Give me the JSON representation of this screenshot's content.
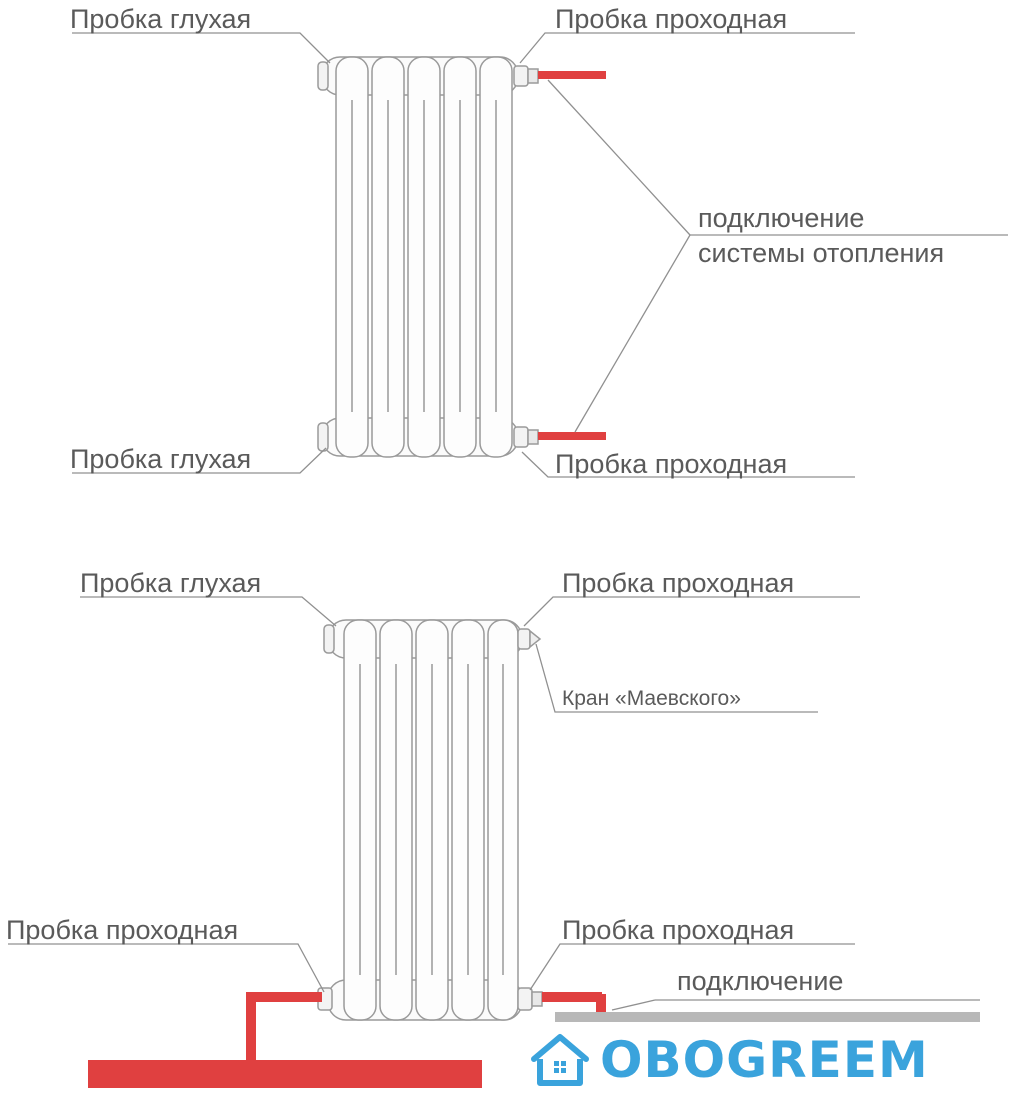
{
  "colors": {
    "pipe": "#e04040",
    "line": "#909090",
    "label": "#5a5a5a",
    "brand": "#3aa3dc"
  },
  "top_diagram": {
    "label_top_left": "Пробка глухая",
    "label_top_right": "Пробка проходная",
    "label_connection_line1": "подключение",
    "label_connection_line2": "системы отопления",
    "label_bottom_left": "Пробка глухая",
    "label_bottom_right": "Пробка проходная"
  },
  "bottom_diagram": {
    "label_top_left": "Пробка глухая",
    "label_top_right": "Пробка проходная",
    "label_valve": "Кран «Маевского»",
    "label_bottom_left": "Пробка проходная",
    "label_bottom_right": "Пробка проходная",
    "label_connection_line1": "подключение"
  },
  "logo": {
    "icon": "house-leaf-icon",
    "text": "OBOGREEM"
  }
}
